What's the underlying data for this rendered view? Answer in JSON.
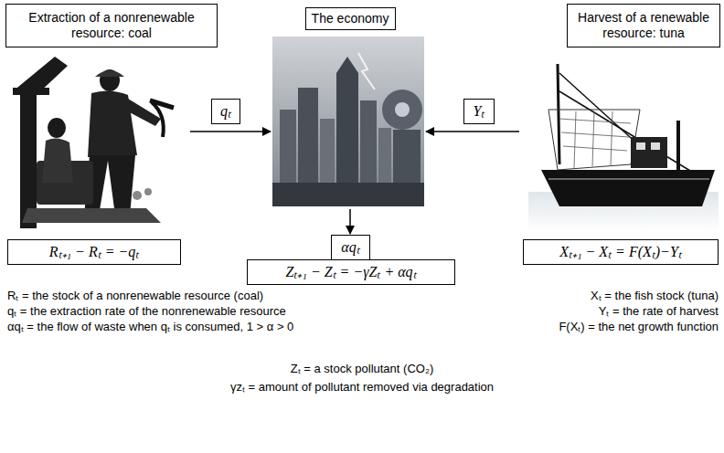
{
  "diagram": {
    "nodes": [
      {
        "text": [
          "Extraction of a nonrenewable resource: coal"
        ]
      },
      {
        "text": [
          "The economy"
        ]
      },
      {
        "text": [
          "Harvest of a renewable resource: tuna"
        ]
      },
      {
        "text": [
          "Rₜ₊₁ − Rₜ = −qₜ"
        ]
      },
      {
        "text": [
          "qₜ"
        ]
      },
      {
        "text": [
          "Yₜ"
        ]
      },
      {
        "text": [
          "Xₜ₊₁ − Xₜ = F(Xₜ)−Yₜ"
        ]
      },
      {
        "text": [
          "αqₜ"
        ]
      },
      {
        "text": [
          "Zₜ₊₁ − Zₜ = −γZₜ + αqₜ"
        ]
      }
    ],
    "labels": [
      "Rₜ = the stock of a nonrenewable resource (coal)",
      "qₜ = the extraction rate of the nonrenewable resource",
      "αqₜ = the flow of waste when qₜ is consumed, 1 > α > 0",
      "Xₜ = the fish stock (tuna)",
      "Yₜ = the rate of harvest",
      "F(Xₜ) = the net growth function",
      "Zₜ = a stock pollutant (CO₂)",
      "γzₜ = amount of pollutant removed via degradation"
    ]
  }
}
